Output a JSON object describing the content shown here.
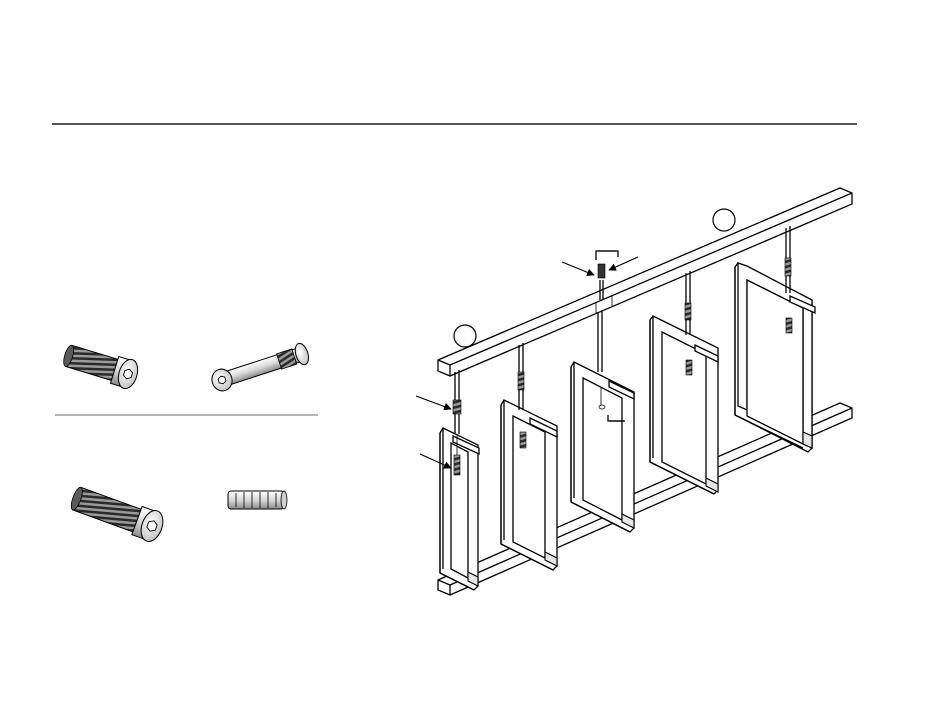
{
  "header": {},
  "hardware": {
    "items": [
      {
        "name": "socket-head-bolt-short"
      },
      {
        "name": "joint-connector-bolt"
      },
      {
        "name": "socket-head-bolt-long"
      },
      {
        "name": "wooden-dowel"
      }
    ]
  },
  "assembly": {
    "callout_circles": 2,
    "frames": 5,
    "pointer_arrows": 4
  },
  "colors": {
    "line": "#000000",
    "rule": "#555555",
    "hardware_dark": "#333333",
    "background": "#ffffff"
  }
}
